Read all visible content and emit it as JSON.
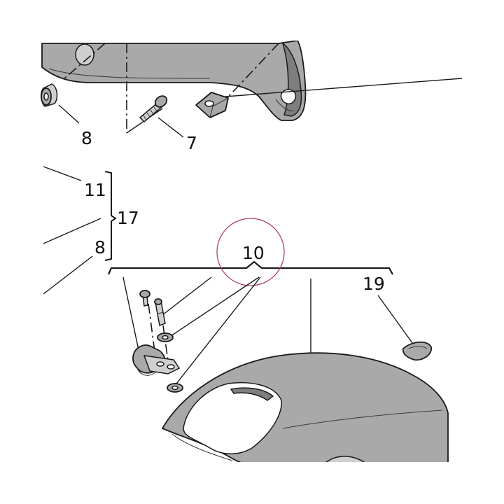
{
  "callouts": {
    "c8_top": "8",
    "c7": "7",
    "c11": "11",
    "c17": "17",
    "c8_mid": "8",
    "c10": "10",
    "c19": "19"
  },
  "colors": {
    "part_fill": "#a9a9a9",
    "line": "#1a1a1a",
    "highlight_circle": "#b0405e",
    "background": "#ffffff"
  }
}
